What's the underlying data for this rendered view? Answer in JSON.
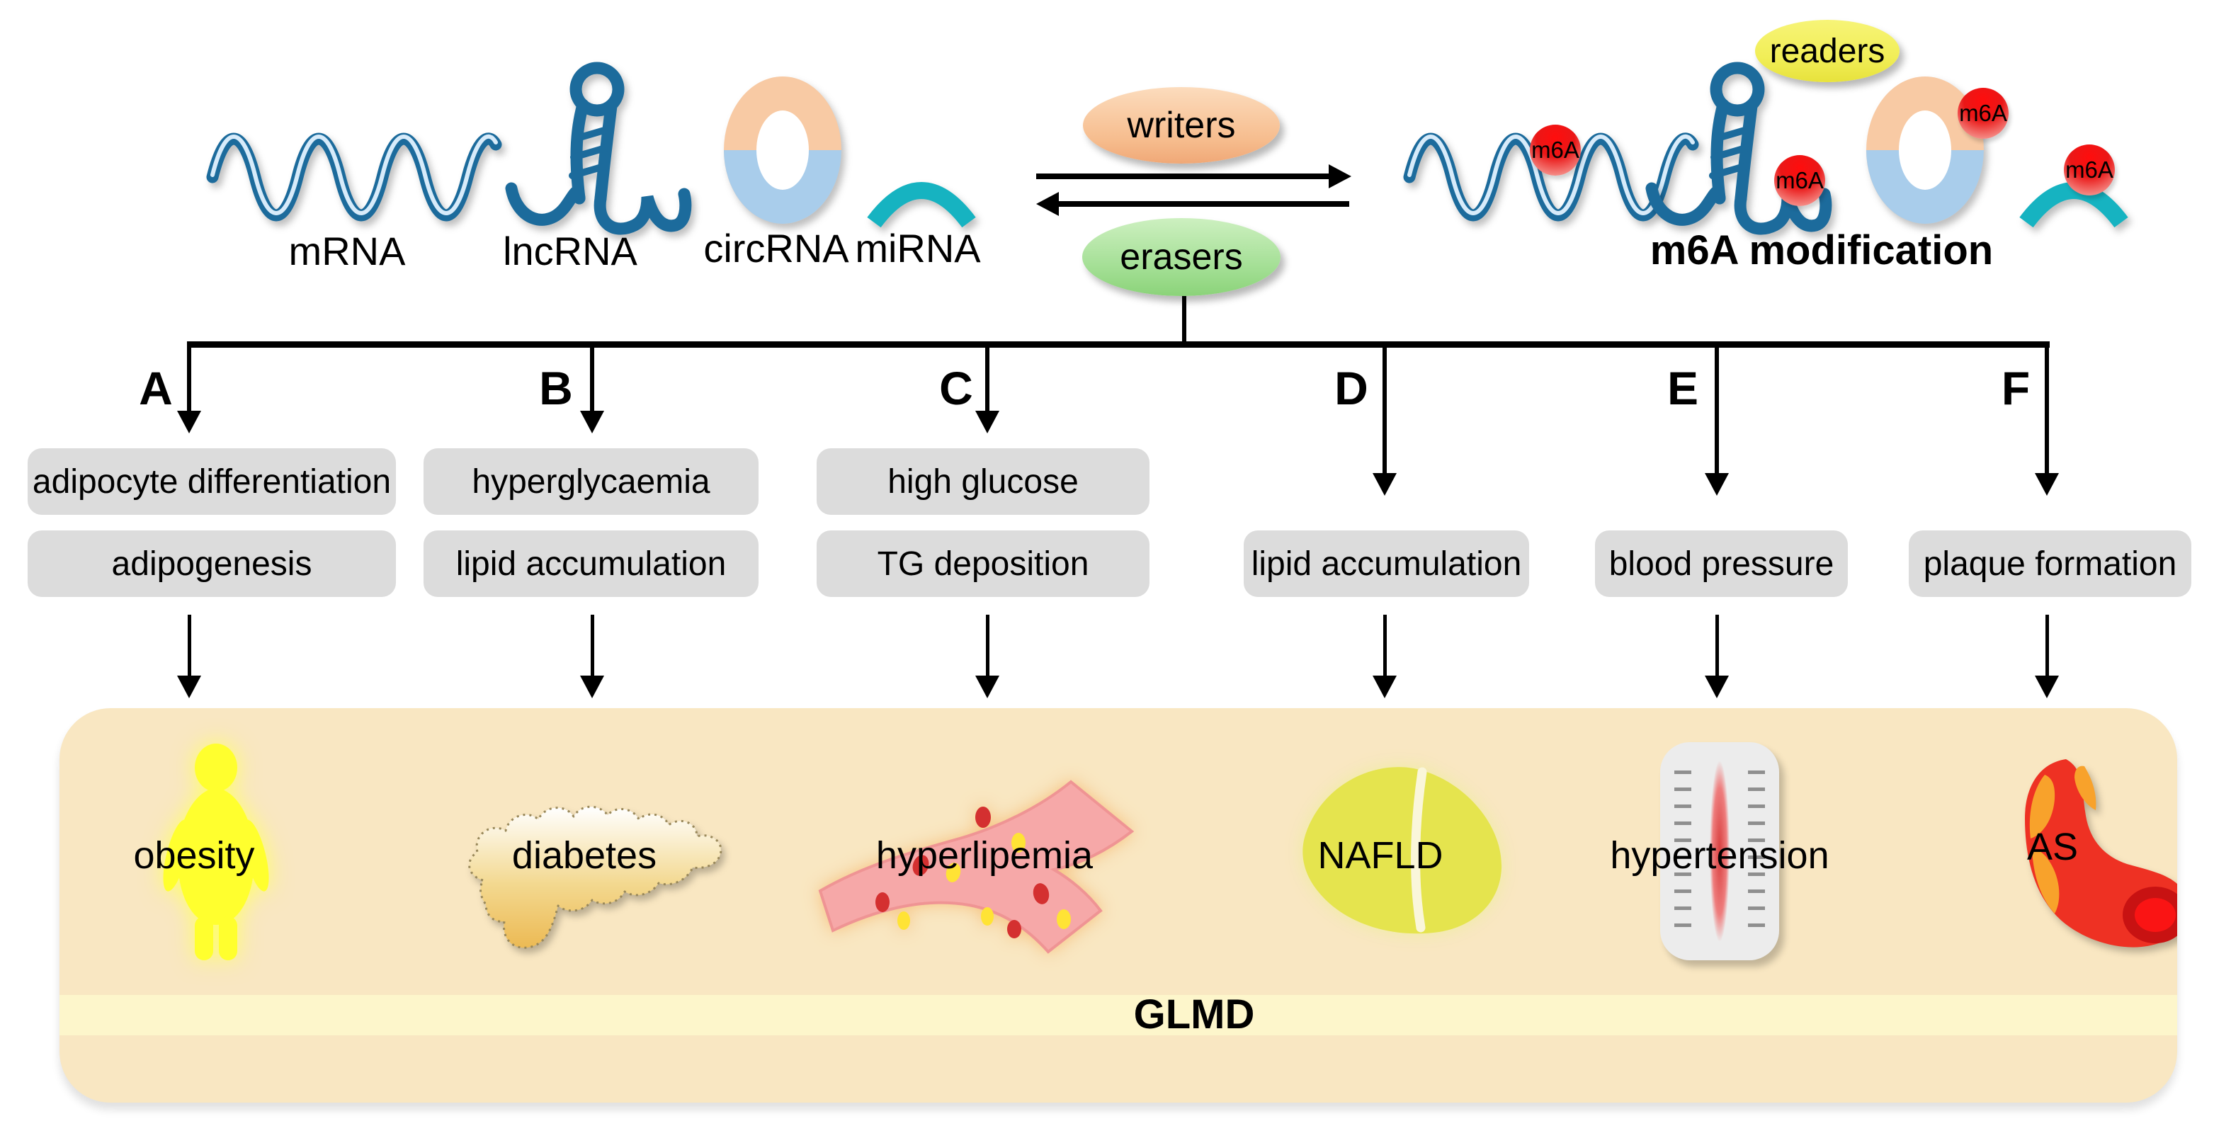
{
  "rna_panel": {
    "types": [
      "mRNA",
      "lncRNA",
      "circRNA",
      "miRNA"
    ],
    "writers": "writers",
    "erasers": "erasers",
    "readers": "readers",
    "m6a_tag": "m6A",
    "modification_caption": "m6A modification"
  },
  "branches": [
    {
      "letter": "A",
      "effects": [
        "adipocyte differentiation",
        "adipogenesis"
      ],
      "disease": "obesity"
    },
    {
      "letter": "B",
      "effects": [
        "hyperglycaemia",
        "lipid accumulation"
      ],
      "disease": "diabetes"
    },
    {
      "letter": "C",
      "effects": [
        "high glucose",
        "TG deposition"
      ],
      "disease": "hyperlipemia"
    },
    {
      "letter": "D",
      "effects": [
        "lipid accumulation"
      ],
      "disease": "NAFLD"
    },
    {
      "letter": "E",
      "effects": [
        "blood pressure"
      ],
      "disease": "hypertension"
    },
    {
      "letter": "F",
      "effects": [
        "plaque formation"
      ],
      "disease": "AS"
    }
  ],
  "footer": {
    "group_label": "GLMD"
  },
  "colors": {
    "rna_blue": "#1c6b9c",
    "rna_light": "#d7ebfa",
    "mirna_teal": "#16b3c1",
    "circ_peach": "#f8caa4",
    "circ_blue": "#a9cdeb",
    "writers_fill": "#f6bc8d",
    "erasers_fill": "#9fdd90",
    "readers_fill": "#f1ee57",
    "m6a_red": "#ea1717",
    "box_gray": "#dcdcdc",
    "panel_cream": "#f9e7c2",
    "band_yellow": "#fdf6cb",
    "obesity_yellow": "#ffff2e",
    "liver_yellow_green": "#e5e44e",
    "vessel_pink": "#f6a8a8",
    "artery_red": "#ee3123",
    "plaque_orange": "#f8a22b"
  }
}
